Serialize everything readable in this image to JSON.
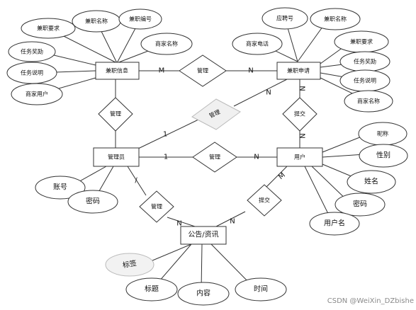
{
  "entities": {
    "jianzhi_xinxi": "兼职信息",
    "jianzhi_shenqing": "兼职申请",
    "guanliyuan": "管理员",
    "yonghu": "用户",
    "gonggao": "公告/资讯"
  },
  "relationships": {
    "manage_info_apply": "管理",
    "manage_admin_info": "管理",
    "manage_admin_apply": "管理",
    "manage_admin_user": "管理",
    "manage_admin_notice": "管理",
    "submit_user_apply": "提交",
    "submit_user_notice": "提交"
  },
  "attributes": {
    "info_requirement": "兼职要求",
    "info_name": "兼职名称",
    "info_number": "兼职编号",
    "info_merchant_name": "商家名称",
    "info_reward": "任务奖励",
    "info_description": "任务说明",
    "info_merchant_user": "商家用户",
    "apply_number": "应聘号",
    "apply_name": "兼职名称",
    "apply_merchant_phone": "商家电话",
    "apply_requirement": "兼职要求",
    "apply_reward": "任务奖励",
    "apply_description": "任务说明",
    "apply_merchant_name": "商家名称",
    "admin_account": "账号",
    "admin_password": "密码",
    "user_nickname": "昵称",
    "user_gender": "性别",
    "user_name": "姓名",
    "user_password": "密码",
    "user_username": "用户名",
    "notice_tag": "标签",
    "notice_title": "标题",
    "notice_content": "内容",
    "notice_time": "时间"
  },
  "cardinalities": {
    "info_apply_left": "M",
    "info_apply_right": "N",
    "admin_apply_admin": "1",
    "admin_apply_apply": "N",
    "admin_user_admin": "1",
    "admin_user_user": "N",
    "admin_notice_admin": "/",
    "admin_notice_notice": "N",
    "user_apply_apply": "N",
    "user_apply_user": "N",
    "user_notice_user": "M",
    "user_notice_notice": "N"
  },
  "watermark": "CSDN @WeiXin_DZbishe"
}
